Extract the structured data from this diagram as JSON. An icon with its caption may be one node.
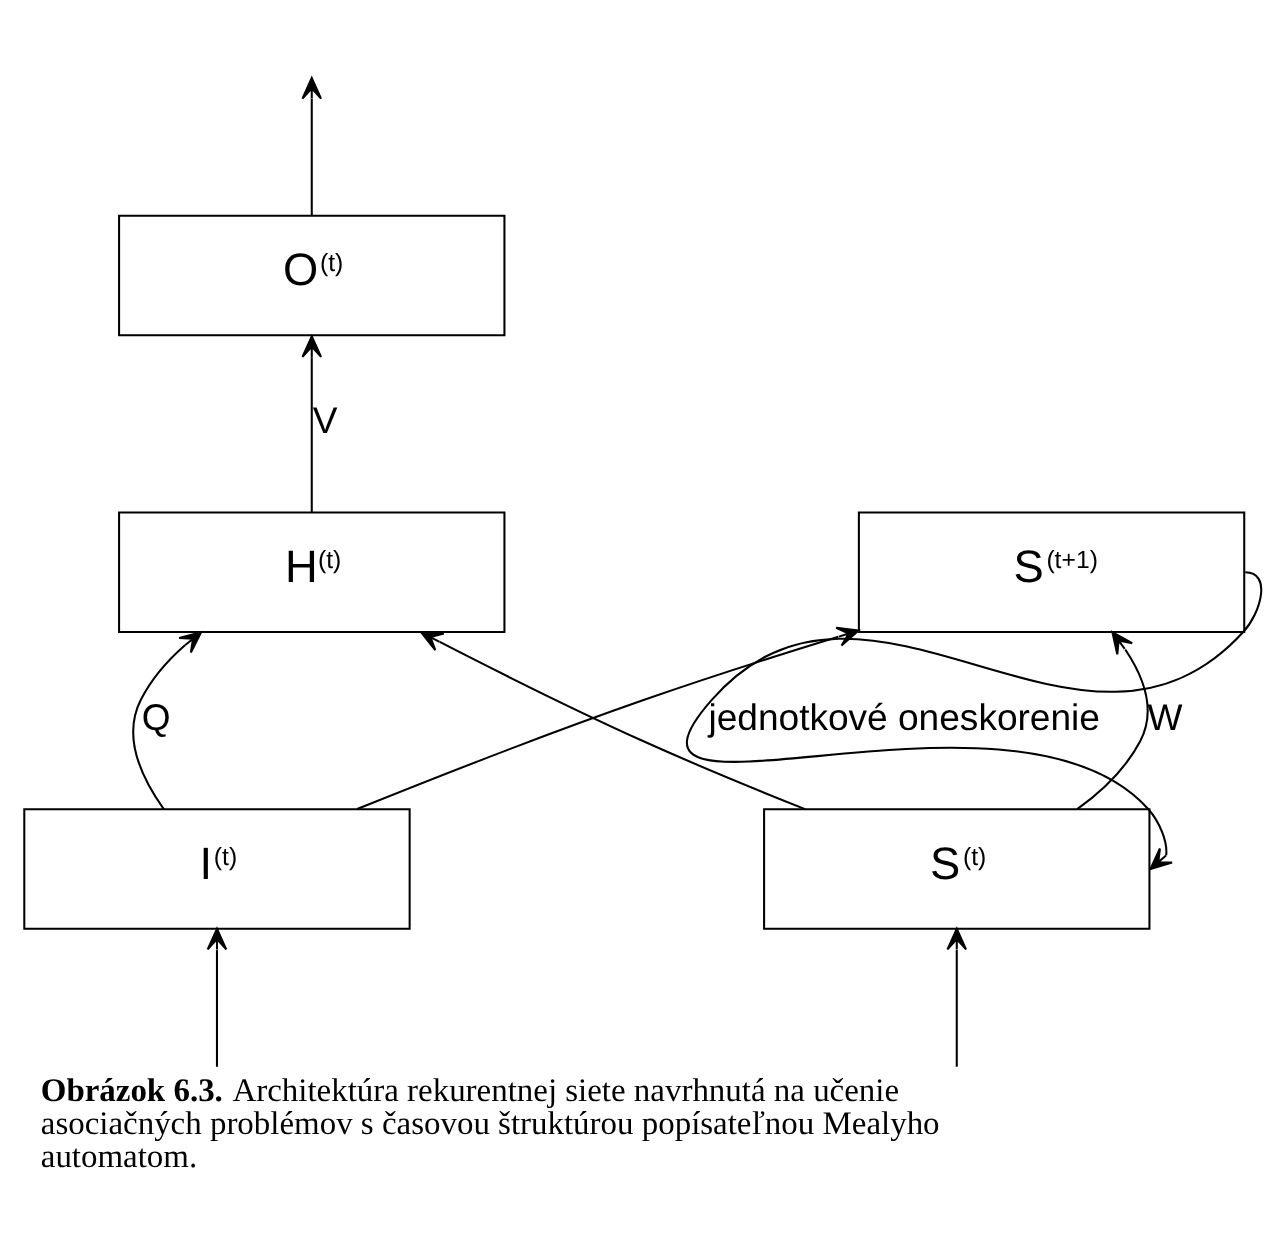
{
  "diagram": {
    "caption": "**Obrázok 6.3.** Architektúra rekurentnej siete navrhnutá na učenie asociačných problémov s časovou štruktúrou popísateľnou Mealyho automatom.",
    "nodes": [
      {
        "text": [
          "O$^{(t)}$"
        ]
      },
      {
        "text": [
          "H$^{(t)}$"
        ]
      },
      {
        "text": [
          "S$^{(t+1)}$"
        ]
      },
      {
        "text": [
          "I$^{(t)}$"
        ]
      },
      {
        "text": [
          "S$^{(t)}$"
        ]
      }
    ],
    "edges": [
      {
        "from": 0,
        "to": null,
        "arrow": "to"
      },
      {
        "from": 1,
        "to": 0,
        "arrow": "to",
        "label": "V"
      },
      {
        "from": 3,
        "to": 1,
        "arrow": "to",
        "label": "Q"
      },
      {
        "from": 3,
        "to": 2,
        "arrow": "to"
      },
      {
        "from": 4,
        "to": 1,
        "arrow": "to"
      },
      {
        "from": 4,
        "to": 2,
        "arrow": "to",
        "label": "W"
      },
      {
        "from": 2,
        "to": 4,
        "arrow": "to",
        "label": "jednotkové oneskorenie"
      },
      {
        "from": null,
        "to": 3,
        "arrow": "to"
      },
      {
        "from": null,
        "to": 4,
        "arrow": "to"
      }
    ]
  }
}
